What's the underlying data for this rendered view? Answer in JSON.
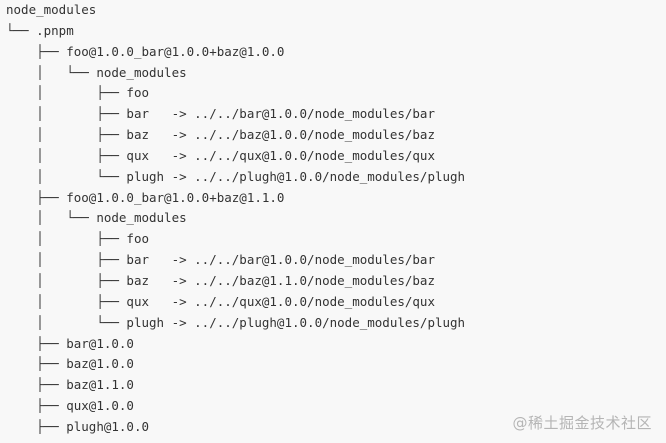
{
  "watermark": "@稀土掘金技术社区",
  "lines": [
    {
      "prefix": "",
      "text": "node_modules"
    },
    {
      "prefix": "└── ",
      "text": ".pnpm"
    },
    {
      "prefix": "    ├── ",
      "text": "foo@1.0.0_bar@1.0.0+baz@1.0.0"
    },
    {
      "prefix": "    │   └── ",
      "text": "node_modules"
    },
    {
      "prefix": "    │       ├── ",
      "text": "foo"
    },
    {
      "prefix": "    │       ├── ",
      "text": "bar   -> ../../bar@1.0.0/node_modules/bar"
    },
    {
      "prefix": "    │       ├── ",
      "text": "baz   -> ../../baz@1.0.0/node_modules/baz"
    },
    {
      "prefix": "    │       ├── ",
      "text": "qux   -> ../../qux@1.0.0/node_modules/qux"
    },
    {
      "prefix": "    │       └── ",
      "text": "plugh -> ../../plugh@1.0.0/node_modules/plugh"
    },
    {
      "prefix": "    ├── ",
      "text": "foo@1.0.0_bar@1.0.0+baz@1.1.0"
    },
    {
      "prefix": "    │   └── ",
      "text": "node_modules"
    },
    {
      "prefix": "    │       ├── ",
      "text": "foo"
    },
    {
      "prefix": "    │       ├── ",
      "text": "bar   -> ../../bar@1.0.0/node_modules/bar"
    },
    {
      "prefix": "    │       ├── ",
      "text": "baz   -> ../../baz@1.1.0/node_modules/baz"
    },
    {
      "prefix": "    │       ├── ",
      "text": "qux   -> ../../qux@1.0.0/node_modules/qux"
    },
    {
      "prefix": "    │       └── ",
      "text": "plugh -> ../../plugh@1.0.0/node_modules/plugh"
    },
    {
      "prefix": "    ├── ",
      "text": "bar@1.0.0"
    },
    {
      "prefix": "    ├── ",
      "text": "baz@1.0.0"
    },
    {
      "prefix": "    ├── ",
      "text": "baz@1.1.0"
    },
    {
      "prefix": "    ├── ",
      "text": "qux@1.0.0"
    },
    {
      "prefix": "    ├── ",
      "text": "plugh@1.0.0"
    }
  ]
}
